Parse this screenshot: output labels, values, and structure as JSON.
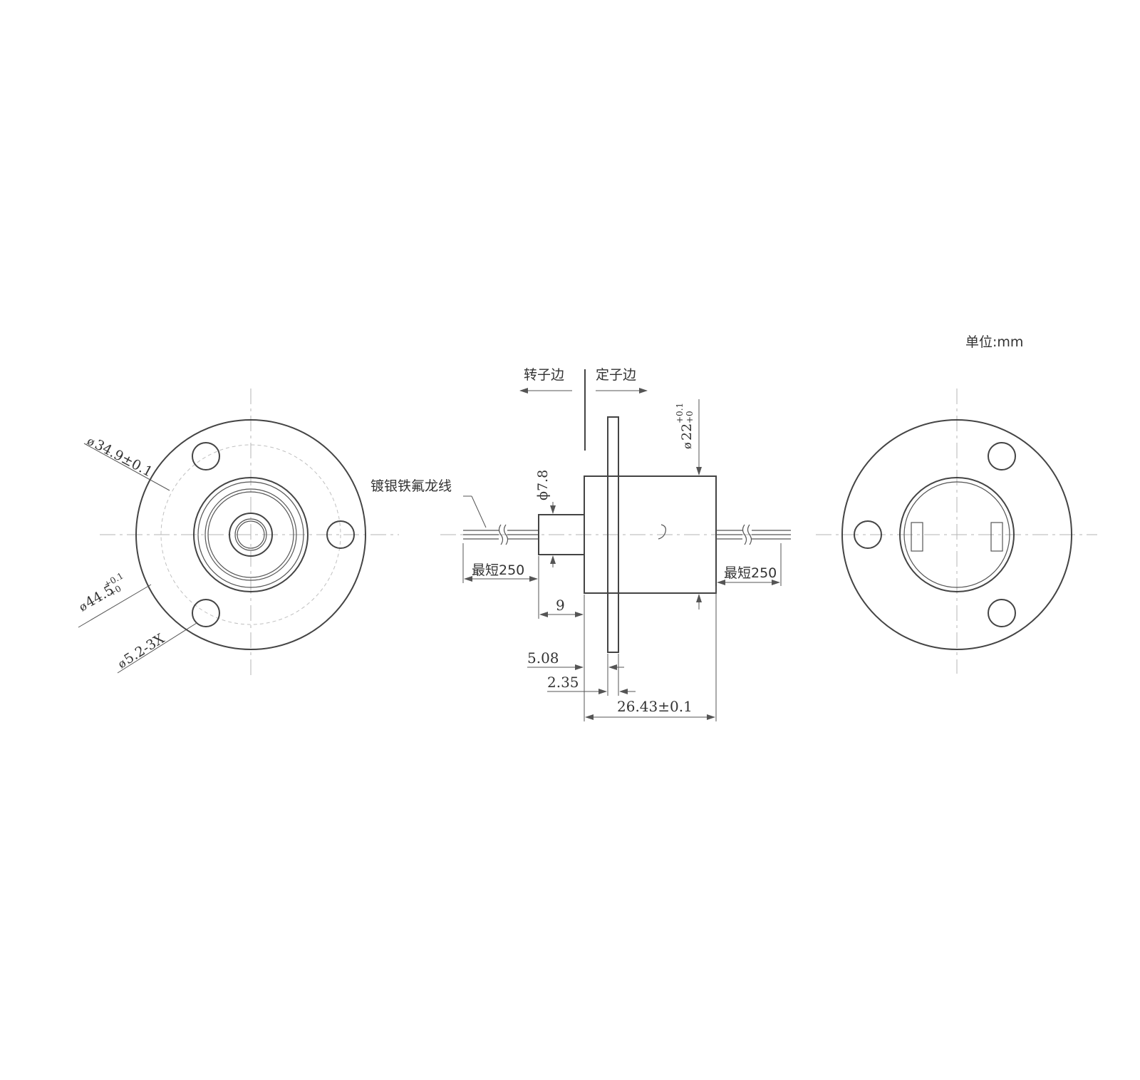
{
  "unit_label": "单位:mm",
  "side_labels": {
    "rotor": "转子边",
    "stator": "定子边"
  },
  "wire_label": "镀银铁氟龙线",
  "wire_length_left": "最短250",
  "wire_length_right": "最短250",
  "front_view": {
    "pcd": {
      "prefix": "ø",
      "value": "34.9±0.1"
    },
    "flange_od": {
      "prefix": "ø",
      "value": "44.5",
      "tol_upper": "+0.1",
      "tol_lower": "+0"
    },
    "mount_hole": {
      "prefix": "ø",
      "value": "5.2-3X"
    }
  },
  "side_view": {
    "shaft_diameter": "ϕ7.8",
    "body_diameter": {
      "prefix": "ø",
      "value": "22",
      "tol_upper": "+0.1",
      "tol_lower": "+0"
    },
    "shaft_length": "9",
    "flange_offset": "5.08",
    "flange_thickness": "2.35",
    "body_length": "26.43±0.1"
  },
  "colors": {
    "line": "#444444",
    "centerline": "#b5b5b5",
    "background": "#ffffff"
  }
}
